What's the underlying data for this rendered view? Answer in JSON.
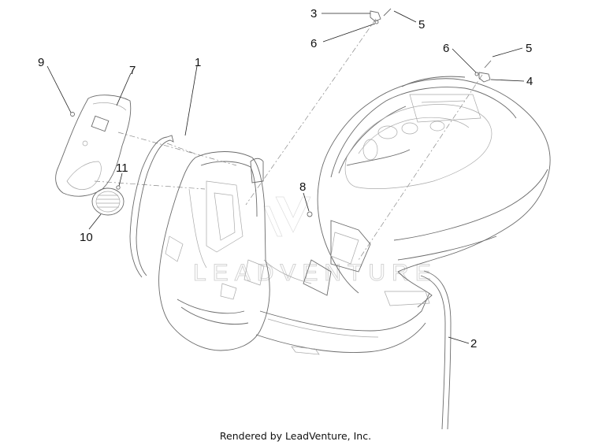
{
  "diagram": {
    "callouts": {
      "c1": "1",
      "c2": "2",
      "c3": "3",
      "c4": "4",
      "c5a": "5",
      "c5b": "5",
      "c6a": "6",
      "c6b": "6",
      "c7": "7",
      "c8": "8",
      "c9": "9",
      "c10": "10",
      "c11": "11"
    },
    "watermark": "LEADVENTURE",
    "footer": "Rendered by LeadVenture, Inc."
  }
}
